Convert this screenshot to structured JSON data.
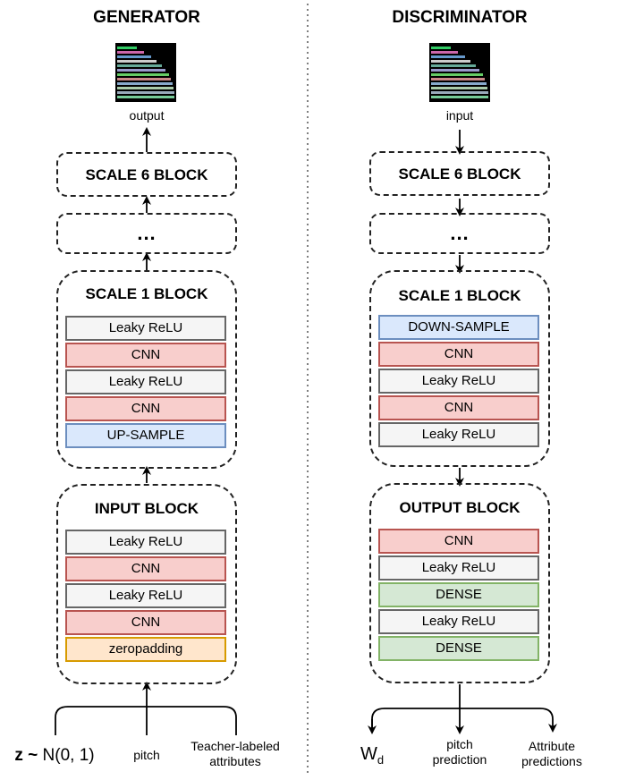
{
  "generator": {
    "title": "GENERATOR",
    "output_label": "output",
    "scale6_title": "SCALE 6 BLOCK",
    "ellipsis": "...",
    "scale1": {
      "title": "SCALE 1 BLOCK",
      "layers": [
        {
          "label": "Leaky ReLU",
          "kind": "grey"
        },
        {
          "label": "CNN",
          "kind": "red"
        },
        {
          "label": "Leaky ReLU",
          "kind": "grey"
        },
        {
          "label": "CNN",
          "kind": "red"
        },
        {
          "label": "UP-SAMPLE",
          "kind": "blue"
        }
      ]
    },
    "input_block": {
      "title": "INPUT BLOCK",
      "layers": [
        {
          "label": "Leaky ReLU",
          "kind": "grey"
        },
        {
          "label": "CNN",
          "kind": "red"
        },
        {
          "label": "Leaky ReLU",
          "kind": "grey"
        },
        {
          "label": "CNN",
          "kind": "red"
        },
        {
          "label": "zeropadding",
          "kind": "orange"
        }
      ]
    },
    "inputs": {
      "z_bold": "z ~",
      "z_rest": " N(0, 1)",
      "pitch": "pitch",
      "attributes_line1": "Teacher-labeled",
      "attributes_line2": "attributes"
    }
  },
  "discriminator": {
    "title": "DISCRIMINATOR",
    "input_label": "input",
    "scale6_title": "SCALE 6 BLOCK",
    "ellipsis": "...",
    "scale1": {
      "title": "SCALE 1 BLOCK",
      "layers": [
        {
          "label": "DOWN-SAMPLE",
          "kind": "blue"
        },
        {
          "label": "CNN",
          "kind": "red"
        },
        {
          "label": "Leaky ReLU",
          "kind": "grey"
        },
        {
          "label": "CNN",
          "kind": "red"
        },
        {
          "label": "Leaky ReLU",
          "kind": "grey"
        }
      ]
    },
    "output_block": {
      "title": "OUTPUT BLOCK",
      "layers": [
        {
          "label": "CNN",
          "kind": "red"
        },
        {
          "label": "Leaky ReLU",
          "kind": "grey"
        },
        {
          "label": "DENSE",
          "kind": "green"
        },
        {
          "label": "Leaky ReLU",
          "kind": "grey"
        },
        {
          "label": "DENSE",
          "kind": "green"
        }
      ]
    },
    "outputs": {
      "wd_main": "W",
      "wd_sub": "d",
      "pitch_line1": "pitch",
      "pitch_line2": "prediction",
      "attr_line1": "Attribute",
      "attr_line2": "predictions"
    }
  }
}
